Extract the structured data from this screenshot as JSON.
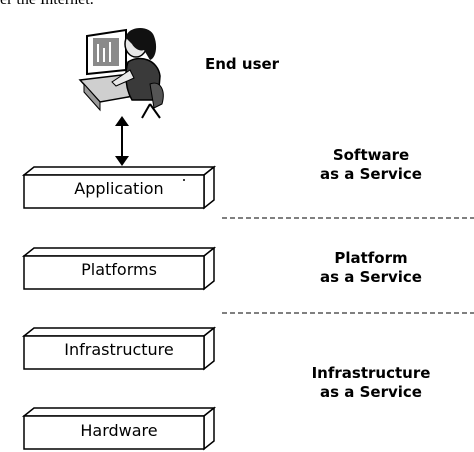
{
  "top_fragment": "er the Internet.",
  "end_user": "End user",
  "layers": [
    "Application",
    "Platforms",
    "Infrastructure",
    "Hardware"
  ],
  "services": {
    "software": [
      "Software",
      "as a Service"
    ],
    "platform": [
      "Platform",
      "as a Service"
    ],
    "infrastructure": [
      "Infrastructure",
      "as a Service"
    ]
  }
}
